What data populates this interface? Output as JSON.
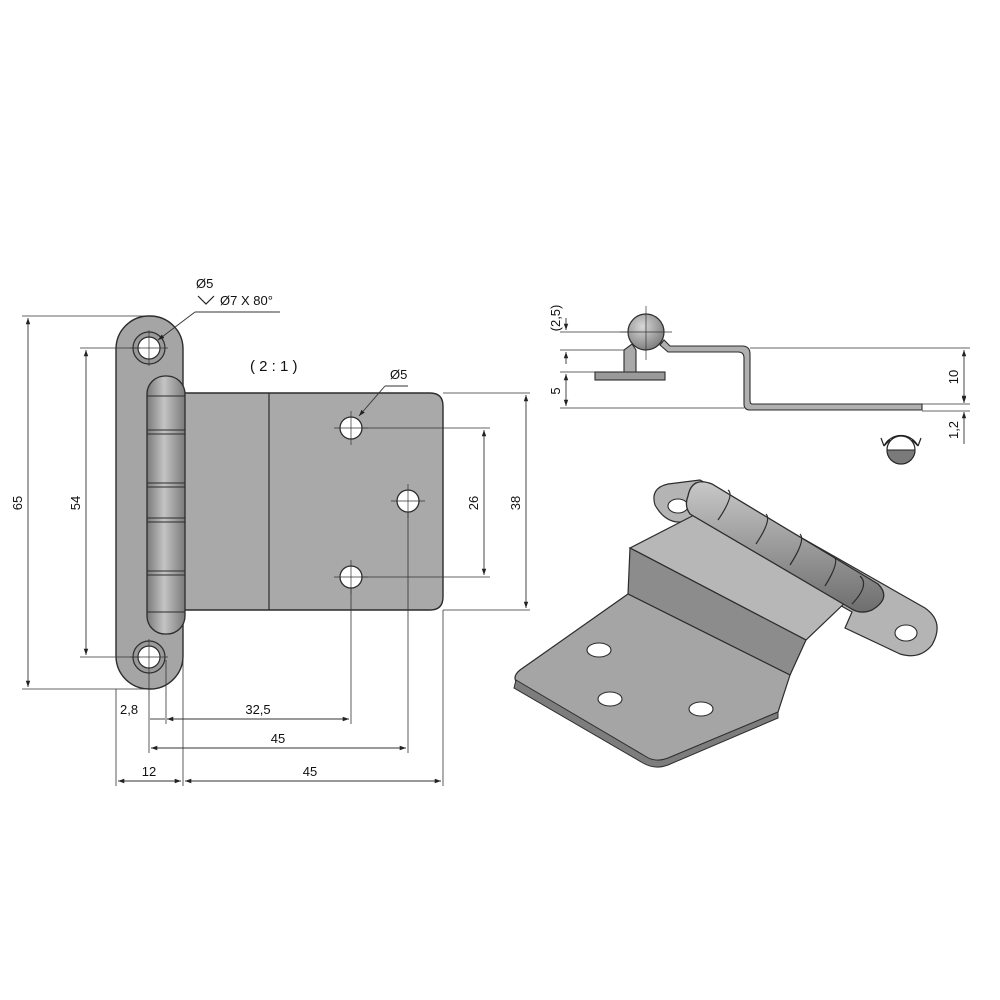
{
  "drawing": {
    "scale_label": "( 2 : 1 )",
    "front_view": {
      "hole_note_diameter": "Ø5",
      "countersink_note": "Ø7 X 80°",
      "leaf_hole_note": "Ø5",
      "dim_overall_height": "65",
      "dim_hole_spacing": "54",
      "dim_leaf_hole_spacing": "26",
      "dim_leaf_height": "38",
      "dim_knuckle_offset": "2,8",
      "dim_hole_x_1": "32,5",
      "dim_hole_x_2": "45",
      "dim_flange_width": "12",
      "dim_leaf_width": "45"
    },
    "side_view": {
      "dim_pin_offset": "(2,5)",
      "dim_flange_thickness": "5",
      "dim_offset_height": "10",
      "dim_material_thickness": "1,2"
    }
  },
  "colors": {
    "part_fill": "#a9a9a9",
    "part_fill_light": "#bdbdbd",
    "part_fill_dark": "#8a8a8a",
    "line": "#2c2c2c"
  },
  "icons": {
    "rotation_symbol": "rotation-direction-icon"
  }
}
